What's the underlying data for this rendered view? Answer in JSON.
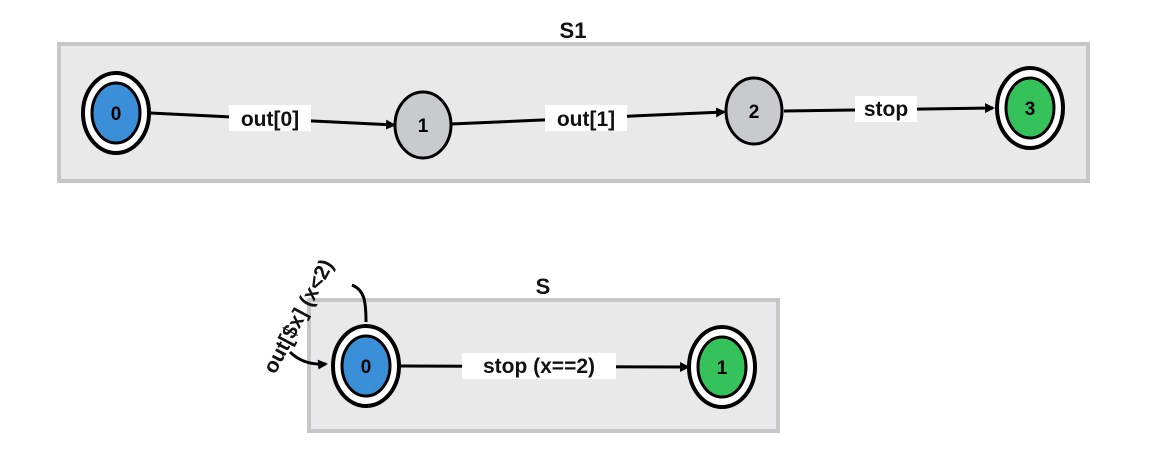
{
  "colors": {
    "initial": "#3a8fd8",
    "intermediate": "#c8cacd",
    "final": "#35c25a"
  },
  "machines": [
    {
      "title": "S1",
      "states": [
        {
          "id": "0",
          "kind": "initial"
        },
        {
          "id": "1",
          "kind": "intermediate"
        },
        {
          "id": "2",
          "kind": "intermediate"
        },
        {
          "id": "3",
          "kind": "final"
        }
      ],
      "transitions": [
        {
          "from": "0",
          "to": "1",
          "label": "out[0]"
        },
        {
          "from": "1",
          "to": "2",
          "label": "out[1]"
        },
        {
          "from": "2",
          "to": "3",
          "label": "stop"
        }
      ]
    },
    {
      "title": "S",
      "states": [
        {
          "id": "0",
          "kind": "initial"
        },
        {
          "id": "1",
          "kind": "final"
        }
      ],
      "transitions": [
        {
          "from": "0",
          "to": "0",
          "label": "out[$x] (x<2)"
        },
        {
          "from": "0",
          "to": "1",
          "label": "stop (x==2)"
        }
      ]
    }
  ]
}
